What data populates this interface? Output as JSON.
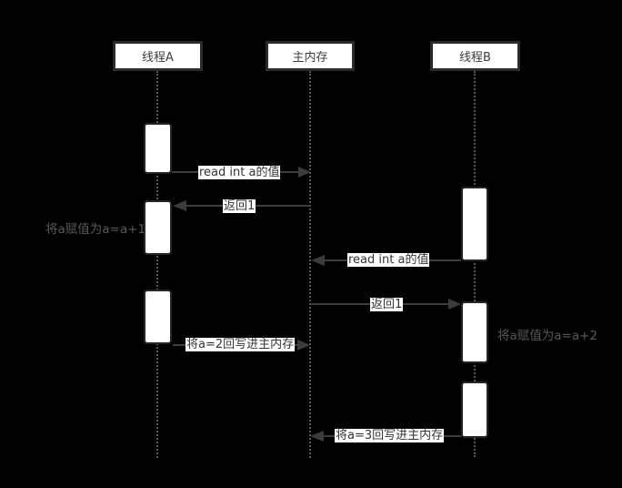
{
  "diagram": {
    "type": "sequence-diagram",
    "colors": {
      "background": "#000000",
      "box_fill": "#ffffff",
      "box_border": "#2b2b2b",
      "activation_border": "#262626",
      "arrow": "#3c3c3c",
      "lifeline": "#575757",
      "label_text": "#333333",
      "note_text": "#595959"
    },
    "participants": [
      {
        "label": "线程A"
      },
      {
        "label": "主内存"
      },
      {
        "label": "线程B"
      }
    ],
    "messages": [
      {
        "label": "read int a的值",
        "from": "线程A",
        "to": "主内存",
        "direction": "right"
      },
      {
        "label": "返回1",
        "from": "主内存",
        "to": "线程A",
        "direction": "left"
      },
      {
        "label": "read int a的值",
        "from": "线程B",
        "to": "主内存",
        "direction": "left"
      },
      {
        "label": "返回1",
        "from": "主内存",
        "to": "线程B",
        "direction": "right"
      },
      {
        "label": "将a=2回写进主内存",
        "from": "线程A",
        "to": "主内存",
        "direction": "right"
      },
      {
        "label": "将a=3回写进主内存",
        "from": "线程B",
        "to": "主内存",
        "direction": "left"
      }
    ],
    "notes": [
      {
        "text": "将a赋值为a=a+1",
        "anchor": "线程A"
      },
      {
        "text": "将a赋值为a=a+2",
        "anchor": "线程B"
      }
    ]
  }
}
